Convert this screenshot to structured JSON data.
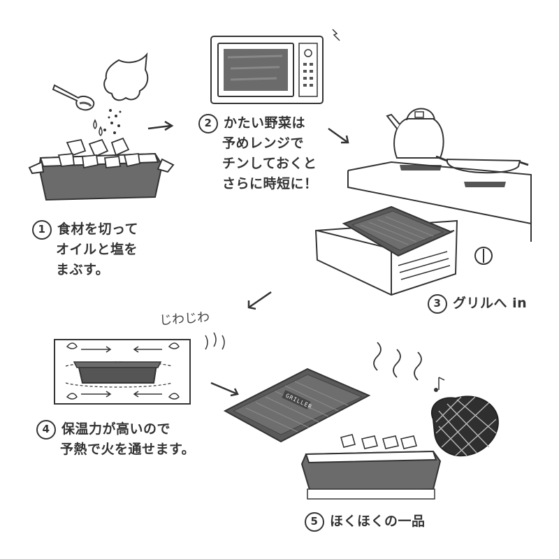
{
  "steps": [
    {
      "number": "1",
      "lines": [
        "食材を切って",
        "オイルと塩を",
        "まぶす。"
      ]
    },
    {
      "number": "2",
      "lines": [
        "かたい野菜は",
        "予めレンジで",
        "チンしておくと",
        "さらに時短に！"
      ]
    },
    {
      "number": "3",
      "lines": [
        "グリルへ in"
      ]
    },
    {
      "number": "4",
      "lines": [
        "保温力が高いので",
        "予熱で火を通せます。"
      ]
    },
    {
      "number": "5",
      "lines": [
        "ほくほくの一品"
      ]
    }
  ],
  "sound_effect": "じわじわ",
  "tray_label": "GRILLER",
  "colors": {
    "ink": "#333333",
    "dish": "#6b6b6b",
    "dish_dark": "#555555",
    "tray": "#5a5a5a",
    "paper": "#ffffff"
  }
}
